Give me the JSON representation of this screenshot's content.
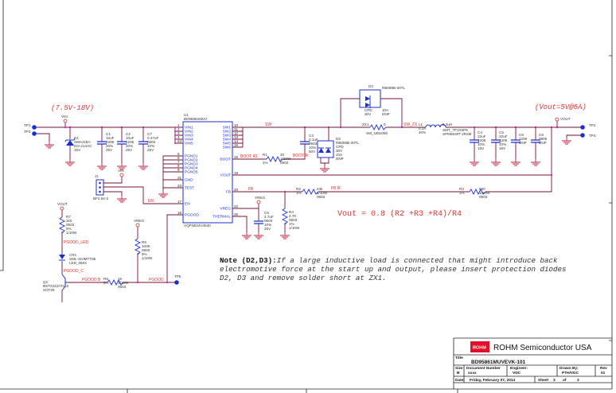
{
  "rails": {
    "vin_range": "(7.5V-18V)",
    "vout_spec": "(Vout=5V@6A)",
    "vin": "VIN",
    "vout": "VOUT",
    "vreg": "VREG"
  },
  "test_points": {
    "tp1": "TP1",
    "tp2": "TP2",
    "tp3": "TP3",
    "tp4": "TP4",
    "tp5": "TP5"
  },
  "u1": {
    "ref": "U1",
    "part": "BD95861MUV",
    "package": "VQFN024V4040",
    "left_pins": [
      {
        "num": "1",
        "name": "VIN1"
      },
      {
        "num": "2",
        "name": "VIN2"
      },
      {
        "num": "3",
        "name": "VIN3"
      },
      {
        "num": "4",
        "name": "VIN4"
      },
      {
        "num": "24",
        "name": "VIN5"
      },
      {
        "num": "5",
        "name": "PGND1"
      },
      {
        "num": "6",
        "name": "PGND2"
      },
      {
        "num": "7",
        "name": "PGND3"
      },
      {
        "num": "8",
        "name": "PGND4"
      },
      {
        "num": "9",
        "name": "PGND5"
      },
      {
        "num": "21",
        "name": "GND"
      },
      {
        "num": "23",
        "name": "TEST"
      },
      {
        "num": "17",
        "name": "EN"
      },
      {
        "num": "18",
        "name": "PGOOD"
      }
    ],
    "right_pins": [
      {
        "num": "10",
        "name": "SW1"
      },
      {
        "num": "11",
        "name": "SW2"
      },
      {
        "num": "12",
        "name": "SW3"
      },
      {
        "num": "13",
        "name": "SW4"
      },
      {
        "num": "14",
        "name": "SW5"
      },
      {
        "num": "15",
        "name": "SW6"
      },
      {
        "num": "16",
        "name": "BOOT"
      },
      {
        "num": "19",
        "name": "VOUT"
      },
      {
        "num": "20",
        "name": "FB"
      },
      {
        "num": "22",
        "name": "VREG"
      },
      {
        "num": "25",
        "name": "THERMAL"
      }
    ]
  },
  "components": {
    "D1": [
      "D1",
      "SMAJ15A",
      "DO-214AC",
      "15V"
    ],
    "C1": [
      "C1",
      "10uF",
      "1206",
      "20%",
      "25V"
    ],
    "C2": [
      "C2",
      "10uF",
      "1206",
      "20%",
      "25V"
    ],
    "C7": [
      "C7",
      "0.47uF",
      "0603",
      "10%",
      "25V"
    ],
    "J1": [
      "J1",
      "BF2.54-3"
    ],
    "C3": [
      "C3",
      "0.1uF",
      "0603",
      "10%",
      "50V"
    ],
    "R1": [
      "R1",
      "1%"
    ],
    "R1v": [
      "20",
      "1/10W",
      "0603"
    ],
    "D2": [
      "D2",
      "RB088B-30TL",
      "CPD",
      "30V",
      "10A",
      "DNP"
    ],
    "D3": [
      "D3",
      "RB088B-30TL"
    ],
    "D3b": [
      "CPD",
      "30V"
    ],
    "D3c": [
      "10A",
      "DNP"
    ],
    "ZX1": [
      "ZX1"
    ],
    "ZX1v": [
      "0"
    ],
    "ZX1p": [
      "SM_180x060"
    ],
    "L1": [
      "L1",
      "0.2A",
      "20%"
    ],
    "L1v": [
      "2.2uH"
    ],
    "L1p": [
      "SMT_7P1X6P6",
      "SPM6530T-2R2M"
    ],
    "C4": [
      "C4",
      "22uF",
      "1206",
      "10%",
      "16V"
    ],
    "C5": [
      "C5",
      "22uF",
      "1206",
      "10%",
      "16V"
    ],
    "C8": [
      "C8",
      "1206",
      "DNP"
    ],
    "C9": [
      "C9",
      "0805",
      "DNP"
    ],
    "R2": [
      "R2",
      "1%"
    ],
    "R2v": [
      "24k",
      "1/10W",
      "0603"
    ],
    "R3": [
      "R3",
      "1%"
    ],
    "R3v": [
      "680",
      "1/10W",
      "0603"
    ],
    "C6": [
      "C6",
      "4.7uF",
      "0603",
      "10%",
      "25V"
    ],
    "R4": [
      "R4",
      "4.7K",
      "0603",
      "1%",
      "1/10W"
    ],
    "R7": [
      "R7",
      "1k0",
      "0603",
      "5%",
      "1/10W"
    ],
    "CR1": [
      "CR1",
      "SML-310MTT86",
      "LED_0603"
    ],
    "Q1": [
      "Q1",
      "BST2222AT116",
      "SOT26"
    ],
    "R5": [
      "R5",
      "5%"
    ],
    "R5v": [
      "1K",
      "1/10W",
      "0603"
    ],
    "R6": [
      "R6",
      "100K",
      "0603",
      "5%",
      "1/10W"
    ]
  },
  "nets": {
    "sw": "SW",
    "sw_zx": "SW_ZX",
    "boot_r1": "BOOT R1",
    "boot_r": "BOOT R",
    "fb": "FB",
    "fb_r": "FB R",
    "en": "EN",
    "pgood": "PGOOD",
    "pgood_b": "PGOOD B",
    "pgood_led": "PGOOD_LED",
    "pgood_c": "PGOOD_C"
  },
  "equation": "Vout = 0.8 (R2 +R3 +R4)/R4",
  "note": {
    "label": "Note (D2,D3):",
    "line1": "If a large inductive load is connected that might introduce back",
    "line2": "electromotive force at the start up and output, please insert protection diodes",
    "line3": "D2, D3 and remove solder short at ZX1."
  },
  "title_block": {
    "logo": "ROHM",
    "company": "ROHM Semiconductor USA",
    "title_label": "Title",
    "title": "BD95861MUVEVK-101",
    "size_label": "Size",
    "size": "B",
    "docnum_label": "Document Number",
    "docnum": "xxxx",
    "engineer_label": "Engineer:",
    "engineer": "VDC",
    "drawn_label": "Drawn By:",
    "drawn": "PTH/VDC",
    "rev_label": "Rev",
    "rev": "01",
    "date_label": "Date:",
    "date": "Friday, February 07, 2014",
    "sheet_label": "Sheet",
    "sheet": "3",
    "of_label": "of",
    "sheets": "3"
  },
  "colors": {
    "wire": "#7a1030",
    "net_label": "#e03030",
    "part": "#1a2fd0",
    "junction": "#d020d0",
    "logo": "#e0102a"
  }
}
